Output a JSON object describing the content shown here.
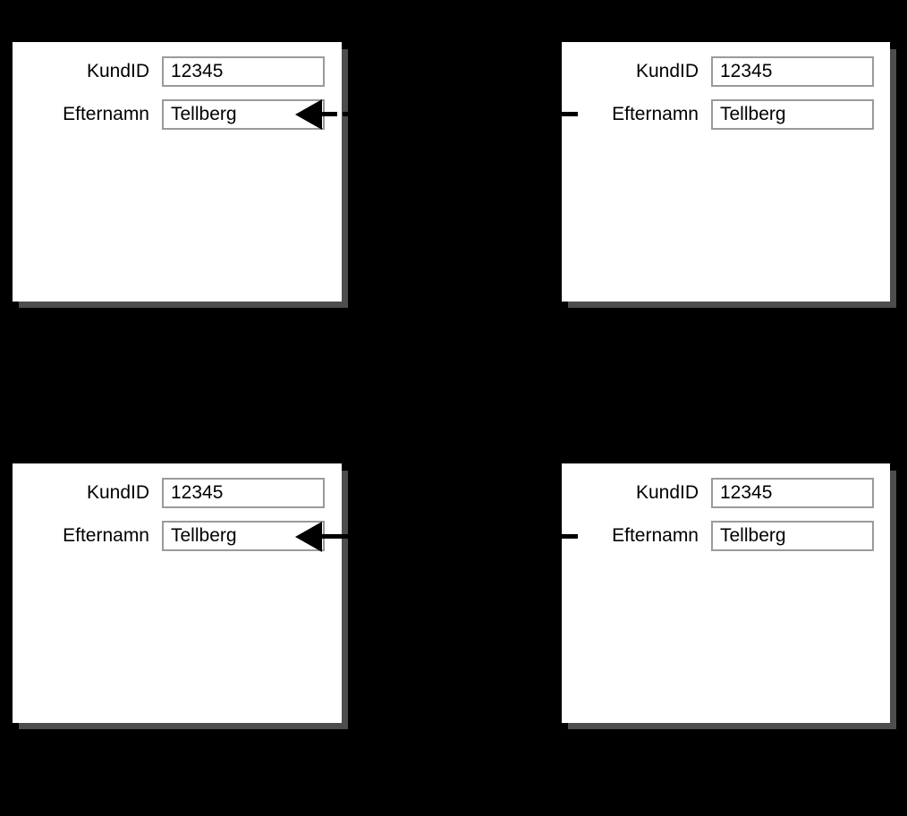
{
  "background_color": "#000000",
  "panel": {
    "background_color": "#ffffff",
    "shadow_color": "#4d4d4d",
    "field_border_color": "#9a9a9a",
    "text_color": "#000000"
  },
  "labels": {
    "kundid": "KundID",
    "efternamn": "Efternamn"
  },
  "values": {
    "kundid": "12345",
    "efternamn": "Tellberg"
  },
  "panels": [
    {
      "id": "top-left",
      "position": "top-left",
      "rows": [
        {
          "label": "KundID",
          "value": "12345"
        },
        {
          "label": "Efternamn",
          "value": "Tellberg"
        }
      ],
      "connector": {
        "type": "arrow-in",
        "side": "right",
        "target_row": "Efternamn"
      }
    },
    {
      "id": "top-right",
      "position": "top-right",
      "rows": [
        {
          "label": "KundID",
          "value": "12345"
        },
        {
          "label": "Efternamn",
          "value": "Tellberg"
        }
      ],
      "connector": {
        "type": "dash-out",
        "side": "left",
        "target_row": "Efternamn"
      }
    },
    {
      "id": "bottom-left",
      "position": "bottom-left",
      "rows": [
        {
          "label": "KundID",
          "value": "12345"
        },
        {
          "label": "Efternamn",
          "value": "Tellberg"
        }
      ],
      "connector": {
        "type": "arrow-in",
        "side": "right",
        "target_row": "Efternamn"
      }
    },
    {
      "id": "bottom-right",
      "position": "bottom-right",
      "rows": [
        {
          "label": "KundID",
          "value": "12345"
        },
        {
          "label": "Efternamn",
          "value": "Tellberg"
        }
      ],
      "connector": {
        "type": "dash-out",
        "side": "left",
        "target_row": "Efternamn"
      }
    }
  ]
}
